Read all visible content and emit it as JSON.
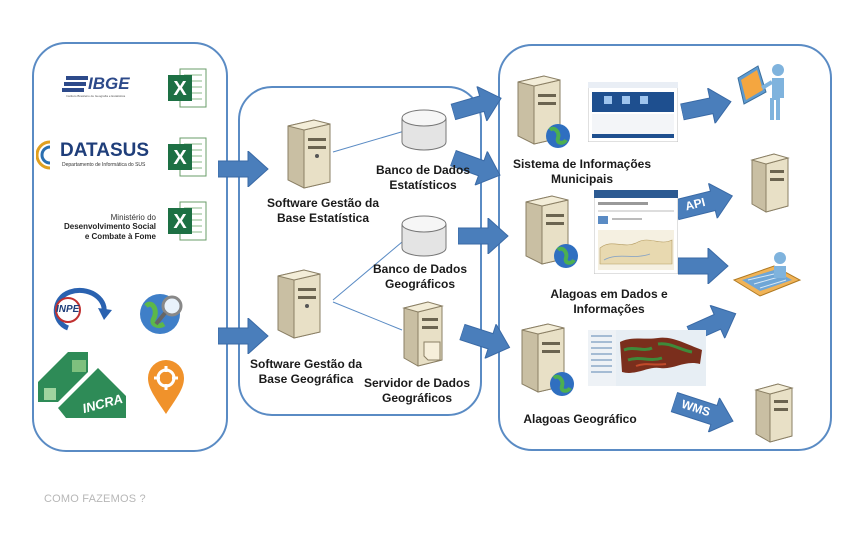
{
  "sources": {
    "ibge": {
      "name": "IBGE",
      "tagline": "Instituto Brasileiro de Geografia e Estatística"
    },
    "datasus": {
      "name": "DATASUS",
      "tagline": "Departamento de Informática do SUS"
    },
    "ministerio": {
      "line1": "Ministério do",
      "line2": "Desenvolvimento Social",
      "line3": "e Combate à Fome"
    },
    "inpe": {
      "name": "INPE"
    },
    "incra": {
      "name": "INCRA"
    }
  },
  "middle": {
    "software_stat": "Software Gestão da Base Estatística",
    "software_geo": "Software Gestão da Base Geográfica",
    "db_stat": "Banco de Dados Estatísticos",
    "db_geo": "Banco de Dados Geográficos",
    "server_geo": "Servidor de Dados Geográficos"
  },
  "right": {
    "sim": "Sistema de Informações Municipais",
    "alagoas_dados": "Alagoas em Dados e Informações",
    "alagoas_geo": "Alagoas Geográfico"
  },
  "connectors": {
    "api": "API",
    "wms": "WMS"
  },
  "footer": "COMO FAZEMOS ?",
  "colors": {
    "panel_border": "#5a8bc4",
    "arrow_fill": "#4a7ebb",
    "excel_green": "#1d7044"
  }
}
